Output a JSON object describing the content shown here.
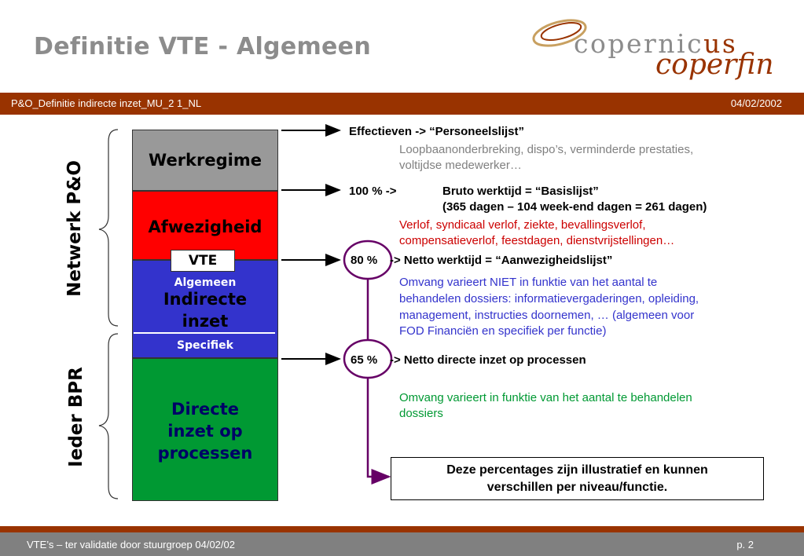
{
  "title": "Definitie VTE - Algemeen",
  "header": {
    "left": "P&O_Definitie indirecte inzet_MU_2 1_NL",
    "date": "04/02/2002"
  },
  "logo": {
    "top_prefix": "copernic",
    "top_suffix": "us",
    "bottom": "coperfin"
  },
  "bars": {
    "werkregime": "Werkregime",
    "afwezigheid": "Afwezigheid",
    "vte": "VTE",
    "algemeen": "Algemeen",
    "indirecte_line1": "Indirecte",
    "indirecte_line2": "inzet",
    "specifiek": "Specifiek",
    "directe_line1": "Directe",
    "directe_line2": "inzet op",
    "directe_line3": "processen"
  },
  "side_labels": {
    "netwerk": "Netwerk P&O",
    "ieder": "Ieder BPR"
  },
  "rows": {
    "effectieven": "Effectieven -> “Personeelslijst”",
    "loop_line1": "Loopbaanonderbreking, dispo’s,  verminderde prestaties,",
    "loop_line2": "voltijdse medewerker…",
    "pct100": "100 % ->",
    "bruto": "Bruto werktijd = “Basislijst”",
    "bruto_detail": "(365 dagen – 104 week-end dagen = 261 dagen)",
    "verlof_line1": "Verlof, syndicaal verlof, ziekte, bevallingsverlof,",
    "verlof_line2": "compensatieverlof, feestdagen, dienstvrijstellingen…",
    "pct80": "80 %",
    "netto_werk": "->  Netto werktijd = “Aanwezigheidslijst”",
    "omvang_niet_1": "Omvang varieert NIET in funktie van het aantal te",
    "omvang_niet_2": "behandelen dossiers: informatievergaderingen, opleiding,",
    "omvang_niet_3": "management, instructies doornemen, … (algemeen voor",
    "omvang_niet_4": "FOD Financiën en specifiek per functie)",
    "pct65": "65 %",
    "netto_direct": "-> Netto directe inzet op processen",
    "omvang_1": "Omvang varieert in funktie van het aantal te behandelen",
    "omvang_2": "dossiers",
    "note_1": "Deze percentages zijn illustratief en kunnen",
    "note_2": "verschillen per niveau/functie."
  },
  "footer": {
    "left": "VTE’s – ter validatie door stuurgroep 04/02/02",
    "page": "p. 2"
  },
  "colors": {
    "brown": "#993300",
    "grey": "#999999",
    "red": "#ff0000",
    "blue": "#3333cc",
    "green": "#009933",
    "purple": "#660066"
  }
}
